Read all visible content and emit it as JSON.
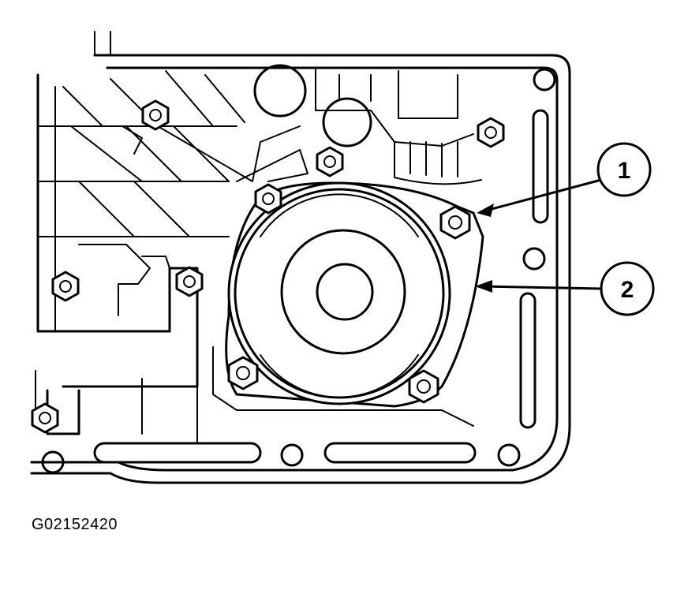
{
  "figure": {
    "callouts": [
      {
        "id": "1",
        "label": "1"
      },
      {
        "id": "2",
        "label": "2"
      }
    ],
    "figure_code": "G02152420"
  },
  "colors": {
    "ink": "#000000",
    "paper": "#ffffff"
  },
  "icons": [
    "bolt-icon",
    "callout-arrow"
  ]
}
